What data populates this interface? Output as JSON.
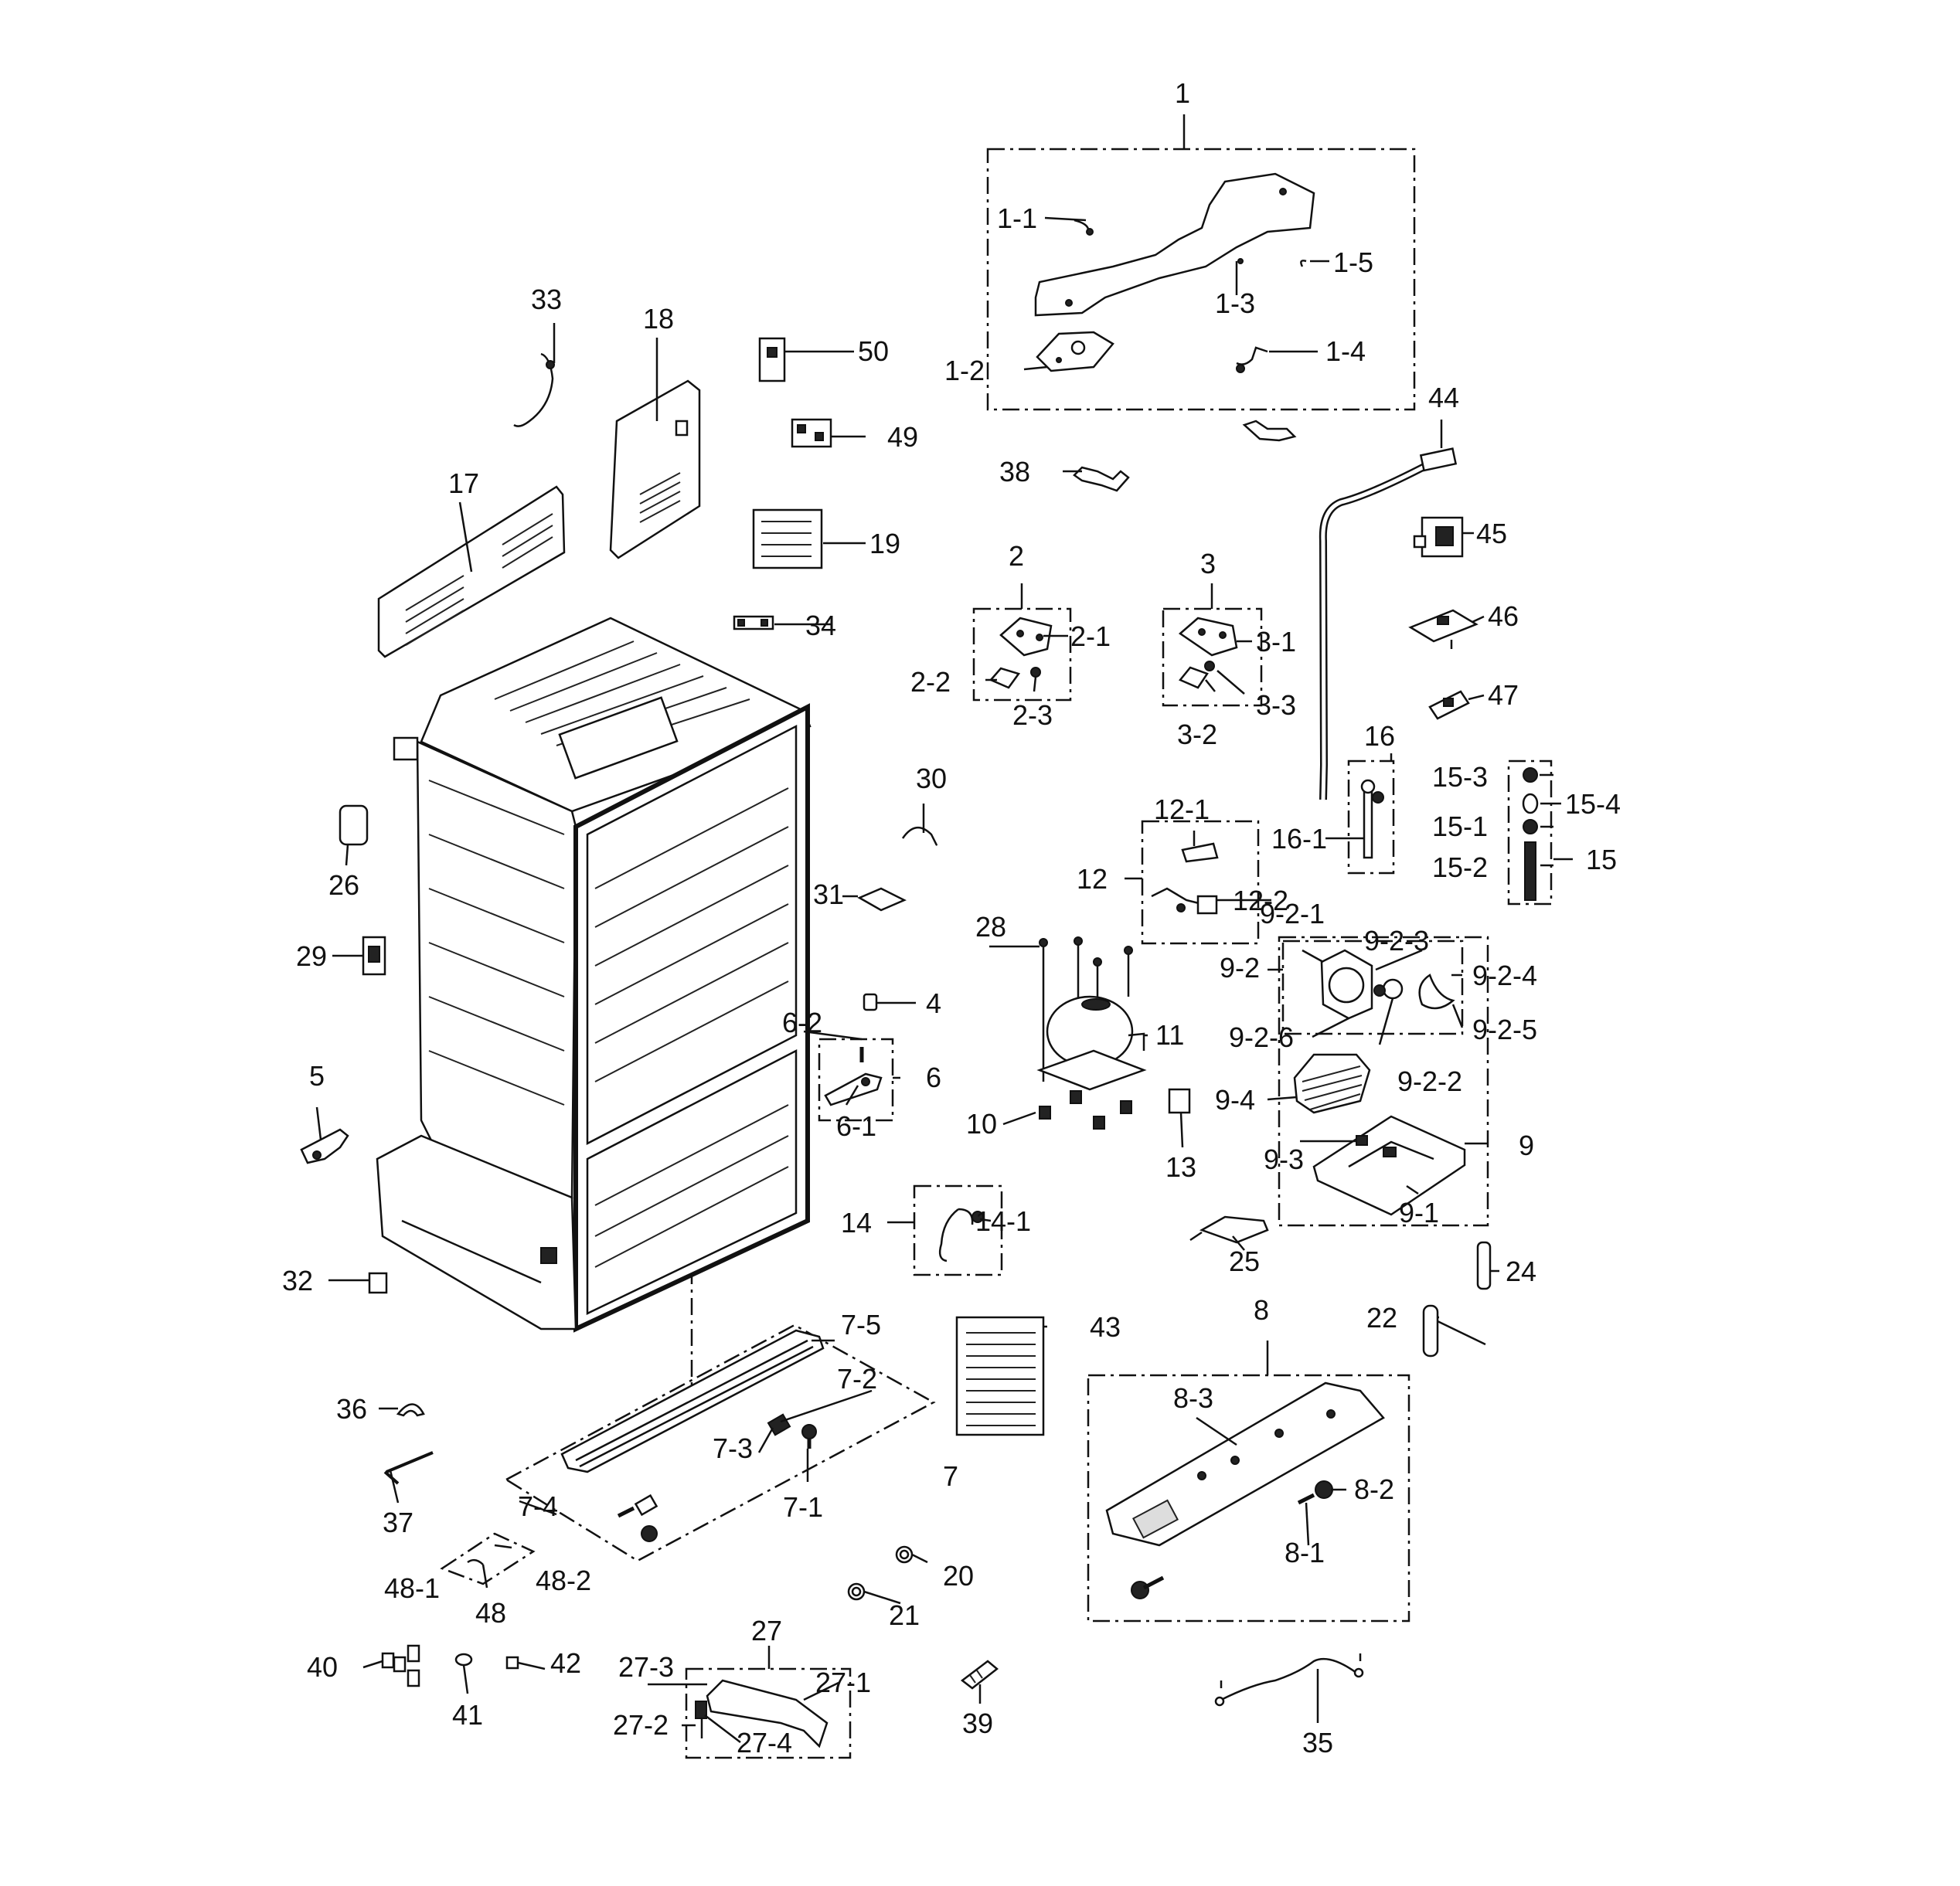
{
  "diagram": {
    "labels": [
      "1",
      "1-1",
      "1-2",
      "1-3",
      "1-4",
      "1-5",
      "2",
      "2-1",
      "2-2",
      "2-3",
      "3",
      "3-1",
      "3-2",
      "3-3",
      "4",
      "5",
      "6",
      "6-1",
      "6-2",
      "7",
      "7-1",
      "7-2",
      "7-3",
      "7-4",
      "7-5",
      "8",
      "8-1",
      "8-2",
      "8-3",
      "9",
      "9-1",
      "9-2",
      "9-2-1",
      "9-2-2",
      "9-2-3",
      "9-2-4",
      "9-2-5",
      "9-2-6",
      "9-3",
      "9-4",
      "10",
      "11",
      "12",
      "12-1",
      "12-2",
      "13",
      "14",
      "14-1",
      "15",
      "15-1",
      "15-2",
      "15-3",
      "15-4",
      "16",
      "16-1",
      "17",
      "18",
      "19",
      "20",
      "21",
      "22",
      "24",
      "25",
      "26",
      "27",
      "27-1",
      "27-2",
      "27-3",
      "27-4",
      "28",
      "29",
      "30",
      "31",
      "32",
      "33",
      "34",
      "35",
      "36",
      "37",
      "38",
      "39",
      "40",
      "41",
      "42",
      "43",
      "44",
      "45",
      "46",
      "47",
      "48",
      "48-1",
      "48-2",
      "49",
      "50"
    ]
  }
}
